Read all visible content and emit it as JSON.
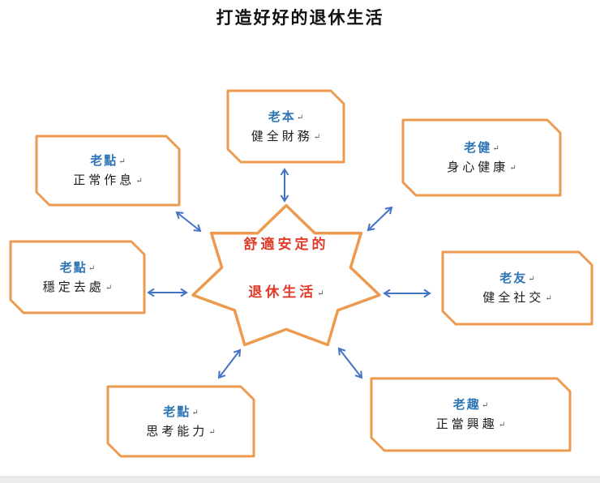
{
  "title": "打造好好的退休生活",
  "paragraph_mark": "↵",
  "center": {
    "line1": "舒適安定的",
    "line2": "退休生活"
  },
  "nodes": [
    {
      "id": "top",
      "label": "老本",
      "desc": "健全財務"
    },
    {
      "id": "top-left",
      "label": "老點",
      "desc": "正常作息"
    },
    {
      "id": "left",
      "label": "老點",
      "desc": "穩定去處"
    },
    {
      "id": "bottom-left",
      "label": "老點",
      "desc": "思考能力"
    },
    {
      "id": "top-right",
      "label": "老健",
      "desc": "身心健康"
    },
    {
      "id": "right",
      "label": "老友",
      "desc": "健全社交"
    },
    {
      "id": "bottom-right",
      "label": "老趣",
      "desc": "正當興趣"
    }
  ],
  "colors": {
    "box_border": "#EC9A4F",
    "label_blue": "#2E75B6",
    "center_red": "#E23A28",
    "arrow_blue": "#4472C4",
    "body_text": "#1c1c1c"
  }
}
